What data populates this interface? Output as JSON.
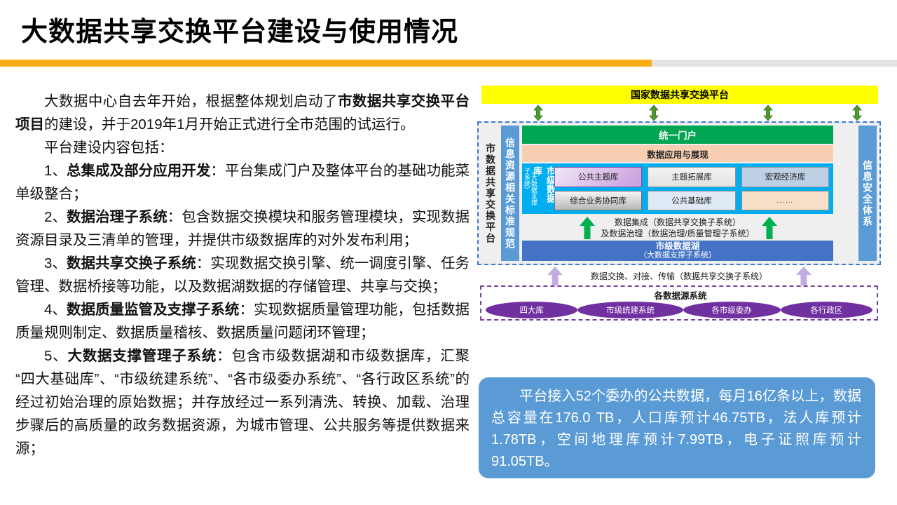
{
  "header": {
    "title": "大数据共享交换平台建设与使用情况",
    "rule_orange_color": "#FAAC17",
    "rule_gray_color": "#E3E3E3"
  },
  "body": {
    "paragraphs": [
      {
        "id": "intro",
        "runs": [
          {
            "text": "大数据中心自去年开始，根据整体规划启动了",
            "bold": false
          },
          {
            "text": "市数据共享交换平台项目",
            "bold": true
          },
          {
            "text": "的建设，并于2019年1月开始正式进行全市范围的试运行。",
            "bold": false
          }
        ]
      },
      {
        "id": "contents-lead",
        "runs": [
          {
            "text": "平台建设内容包括：",
            "bold": false
          }
        ]
      },
      {
        "id": "item-1",
        "runs": [
          {
            "text": "1、",
            "bold": false
          },
          {
            "text": "总集成及部分应用开发",
            "bold": true
          },
          {
            "text": "：平台集成门户及整体平台的基础功能菜单级整合；",
            "bold": false
          }
        ]
      },
      {
        "id": "item-2",
        "runs": [
          {
            "text": "2、",
            "bold": false
          },
          {
            "text": "数据治理子系统",
            "bold": true
          },
          {
            "text": "：包含数据交换模块和服务管理模块，实现数据资源目录及三清单的管理，并提供市级数据库的对外发布利用；",
            "bold": false
          }
        ]
      },
      {
        "id": "item-3",
        "runs": [
          {
            "text": "3、",
            "bold": false
          },
          {
            "text": "数据共享交换子系统",
            "bold": true
          },
          {
            "text": "：实现数据交换引擎、统一调度引擎、任务管理、数据桥接等功能，以及数据湖数据的存储管理、共享与交换；",
            "bold": false
          }
        ]
      },
      {
        "id": "item-4",
        "runs": [
          {
            "text": "4、",
            "bold": false
          },
          {
            "text": "数据质量监管及支撑子系统",
            "bold": true
          },
          {
            "text": "：实现数据质量管理功能，包括数据质量规则制定、数据质量稽核、数据质量问题闭环管理；",
            "bold": false
          }
        ]
      },
      {
        "id": "item-5",
        "runs": [
          {
            "text": "5、",
            "bold": false
          },
          {
            "text": "大数据支撑管理子系统",
            "bold": true
          },
          {
            "text": "：包含市级数据湖和市级数据库，汇聚“四大基础库”、“市级统建系统”、“各市级委办系统”、“各行政区系统”的经过初始治理的原始数据；并存放经过一系列清洗、转换、加载、治理步骤后的高质量的政务数据资源，为城市管理、公共服务等提供数据来源；",
            "bold": false
          }
        ]
      }
    ]
  },
  "diagram": {
    "national_platform": "国家数据共享交换平台",
    "platform_vertical_label": "市数据共享交换平台",
    "standards_vertical_label": "信息资源相关标准规范",
    "security_vertical_label": "信息安全体系",
    "portal_bar": "统一门户",
    "application_bar": "数据应用与展现",
    "city_db_label": "市级数据库",
    "city_db_sub_label": "（大数据支撑子系统）",
    "databases": [
      "公共主题库",
      "主题拓展库",
      "宏观经济库",
      "综合业务协同库",
      "公共基础库",
      "……"
    ],
    "integration_line1": "数据集成（数据共享交换子系统）",
    "integration_line2": "及数据治理（数据治理/质量管理子系统）",
    "data_lake_title": "市级数据湖",
    "data_lake_sub": "（大数据支撑子系统）",
    "transfer_label": "数据交换、对接、传输（数据共享交换子系统）",
    "sources_title": "各数据源系统",
    "sources": [
      "四大库",
      "市级统建系统",
      "各市级委办",
      "各行政区"
    ],
    "colors": {
      "national_bar": "#FFFF00",
      "portal": "#00A651",
      "application": "#F6CFB2",
      "db_panel": "#00AEEF",
      "data_lake": "#4472C4",
      "side_strip": "#5B9BD5",
      "source_pill": "#7030A0",
      "dashed_platform_border": "#3C78D8",
      "dashed_source_border": "#7B3FA0",
      "green_arrow": "#4E9A2F",
      "purple_arrow": "#C3ACE0"
    }
  },
  "callout": {
    "text": "平台接入52个委办的公共数据，每月16亿条以上，数据总容量在176.0 TB，人口库预计46.75TB，法人库预计1.78TB，空间地理库预计7.99TB，电子证照库预计91.05TB。",
    "background": "#5B9BD5"
  }
}
